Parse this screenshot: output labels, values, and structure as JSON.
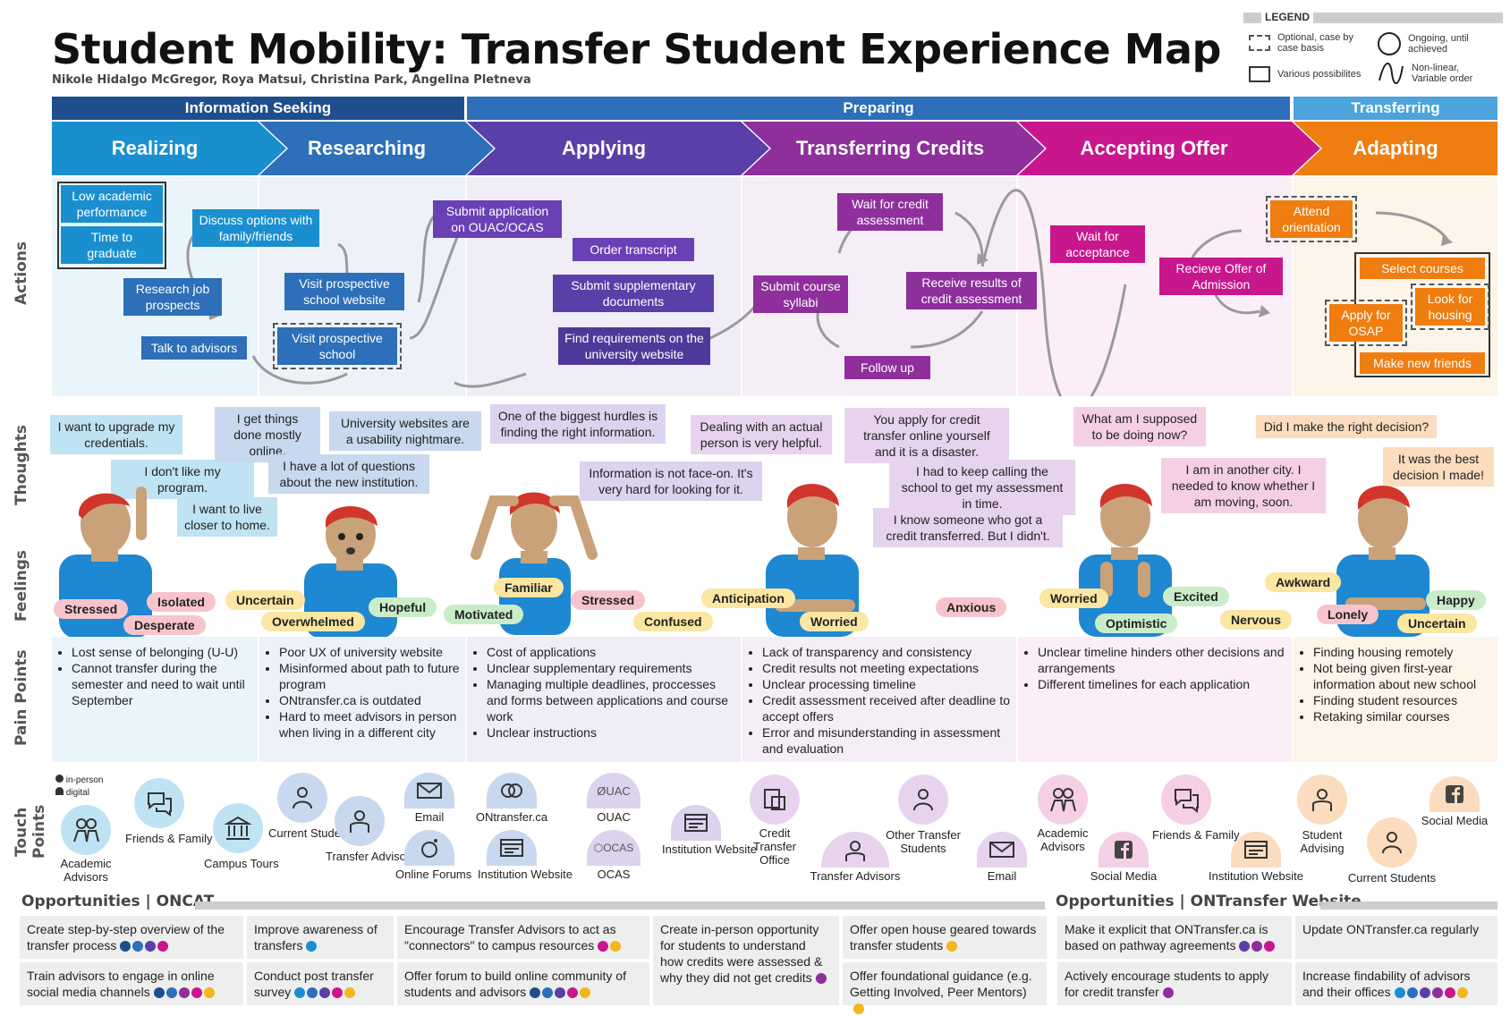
{
  "header": {
    "title": "Student Mobility: Transfer Student Experience Map",
    "authors": "Nikole Hidalgo McGregor, Roya Matsui, Christina Park, Angelina Pletneva"
  },
  "legend": {
    "title": "LEGEND",
    "optional": "Optional, case by case basis",
    "ongoing": "Ongoing, until achieved",
    "various": "Various possibilites",
    "nonlinear": "Non-linear, Variable order"
  },
  "phases": [
    "Information Seeking",
    "Preparing",
    "Transferring"
  ],
  "stages": [
    "Realizing",
    "Researching",
    "Applying",
    "Transferring Credits",
    "Accepting Offer",
    "Adapting"
  ],
  "colors": {
    "realizing": "#1a8fcf",
    "researching": "#2d6fb8",
    "applying": "#5a3fa8",
    "credits": "#8e2f9c",
    "offer": "#c8168c",
    "adapting": "#ef7d0f",
    "phase": "#1f4e8c",
    "phase_light": "#4da3dc"
  },
  "row_labels": [
    "Actions",
    "Thoughts",
    "Feelings",
    "Pain Points",
    "Touch Points"
  ],
  "actions": {
    "realizing": [
      "Low academic performance",
      "Time to graduate",
      "Discuss options with family/friends",
      "Research job prospects",
      "Talk to advisors"
    ],
    "researching": [
      "Visit prospective school website",
      "Visit prospective school"
    ],
    "applying": [
      "Submit application on OUAC/OCAS",
      "Order transcript",
      "Submit supplementary documents",
      "Find requirements on the university website"
    ],
    "credits": [
      "Wait for credit assessment",
      "Submit course syllabi",
      "Receive results of credit assessment",
      "Follow up"
    ],
    "offer": [
      "Wait for acceptance",
      "Recieve Offer of Admission"
    ],
    "adapting": [
      "Attend orientation",
      "Select courses",
      "Apply for OSAP",
      "Look for housing",
      "Make new friends"
    ]
  },
  "thoughts": {
    "realizing": [
      "I want to upgrade my credentials.",
      "I don't like my program.",
      "I want to live closer to home."
    ],
    "researching": [
      "I get things done mostly online.",
      "University websites are a usability nightmare.",
      "I have a lot of questions about the new institution."
    ],
    "applying": [
      "One of the biggest hurdles is finding the right information.",
      "Information is not face-on. It's very hard for looking for it."
    ],
    "credits": [
      "Dealing with an actual person is very helpful.",
      "You apply for credit transfer online yourself and it is a disaster.",
      "I had to keep calling the school to get my assessment in time.",
      "I know someone who got a credit transferred. But I didn't."
    ],
    "offer": [
      "What am I supposed to be doing now?",
      "I am in another city. I needed to know whether I am moving, soon."
    ],
    "adapting": [
      "Did I make the right decision?",
      "It was the best decision I made!"
    ]
  },
  "feelings": [
    "Stressed",
    "Isolated",
    "Desperate",
    "Uncertain",
    "Overwhelmed",
    "Hopeful",
    "Motivated",
    "Familiar",
    "Stressed",
    "Confused",
    "Anticipation",
    "Worried",
    "Anxious",
    "Worried",
    "Excited",
    "Optimistic",
    "Nervous",
    "Awkward",
    "Lonely",
    "Happy",
    "Uncertain"
  ],
  "pain_points": {
    "realizing": [
      "Lost sense of belonging (U-U)",
      "Cannot transfer during the semester and need to wait until September"
    ],
    "researching": [
      "Poor UX of university website",
      "Misinformed about path to future program",
      "ONtransfer.ca is outdated",
      "Hard to meet advisors in person when living in a different city"
    ],
    "applying": [
      "Cost of applications",
      "Unclear supplementary requirements",
      "Managing multiple deadlines, proccesses and forms between applications and course work",
      "Unclear instructions"
    ],
    "credits": [
      "Lack of transparency and consistency",
      "Credit results not meeting expectations",
      "Unclear processing timeline",
      "Credit assessment received after deadline to accept offers",
      "Error and misunderstanding in assessment and evaluation"
    ],
    "offer": [
      "Unclear timeline hinders other decisions and arrangements",
      "Different timelines for each application"
    ],
    "adapting": [
      "Finding housing remotely",
      "Not being given first-year information about new school",
      "Finding student resources",
      "Retaking similar courses"
    ]
  },
  "touch_legend": [
    "in-person",
    "digital"
  ],
  "touch_points": [
    "Academic Advisors",
    "Friends & Family",
    "Campus Tours",
    "Current Students",
    "Transfer Advisors",
    "Email",
    "Online Forums",
    "ONtransfer.ca",
    "Institution Website",
    "OUAC",
    "OCAS",
    "Institution Website",
    "Credit Transfer Office",
    "Transfer Advisors",
    "Other Transfer Students",
    "Email",
    "Academic Advisors",
    "Social Media",
    "Friends & Family",
    "Institution Website",
    "Student Advising",
    "Current Students",
    "Social Media"
  ],
  "touch_icon_text": {
    "ouac": "ØUAC",
    "ocas": "⬡OCAS"
  },
  "opportunities": {
    "oncat_title": "Opportunities | ONCAT",
    "ontransfer_title": "Opportunities | ONTransfer Website",
    "items": [
      "Create step-by-step overview of the transfer process",
      "Train advisors to engage in online social media channels",
      "Improve awareness of transfers",
      "Conduct post transfer survey",
      "Encourage Transfer Advisors to act as \"connectors\" to campus resources",
      "Offer forum to build online community of students and advisors",
      "Create in-person opportunity for students to understand how credits were assessed & why they did not get credits",
      "Offer open house geared towards transfer students",
      "Offer foundational guidance (e.g. Getting Involved, Peer Mentors)",
      "Make it explicit that ONTransfer.ca is based on pathway agreements",
      "Actively encourage students to apply for credit transfer",
      "Update ONTransfer.ca regularly",
      "Increase findability of advisors and their offices"
    ]
  }
}
